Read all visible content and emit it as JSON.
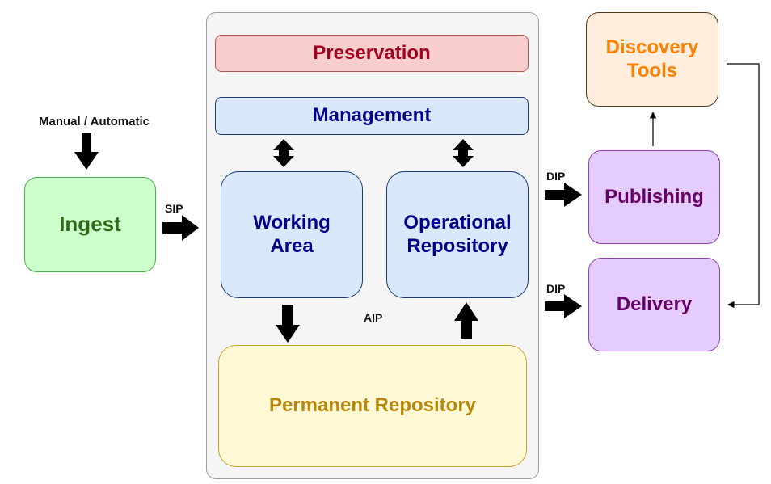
{
  "container": {
    "preservation": "Preservation",
    "management": "Management",
    "working_area": "Working Area",
    "operational_repository": "Operational Repository",
    "permanent_repository": "Permanent Repository",
    "aip_label": "AIP"
  },
  "ingest": {
    "label": "Ingest",
    "trigger_label": "Manual / Automatic",
    "sip_label": "SIP"
  },
  "outputs": {
    "discovery_tools": "Discovery Tools",
    "publishing": "Publishing",
    "delivery": "Delivery",
    "dip_publishing_label": "DIP",
    "dip_delivery_label": "DIP"
  },
  "colors": {
    "preservation_text": "#a50021",
    "management_text": "#00008b",
    "ingest_fill": "#ccffcc",
    "ingest_text": "#2f6b1a",
    "discovery_text": "#ff8000",
    "publishing_fill": "#e4ccff",
    "publishing_text": "#660066",
    "permanent_fill": "#fff9d6",
    "permanent_text": "#b8860b",
    "blue_fill": "#dae8fc"
  }
}
